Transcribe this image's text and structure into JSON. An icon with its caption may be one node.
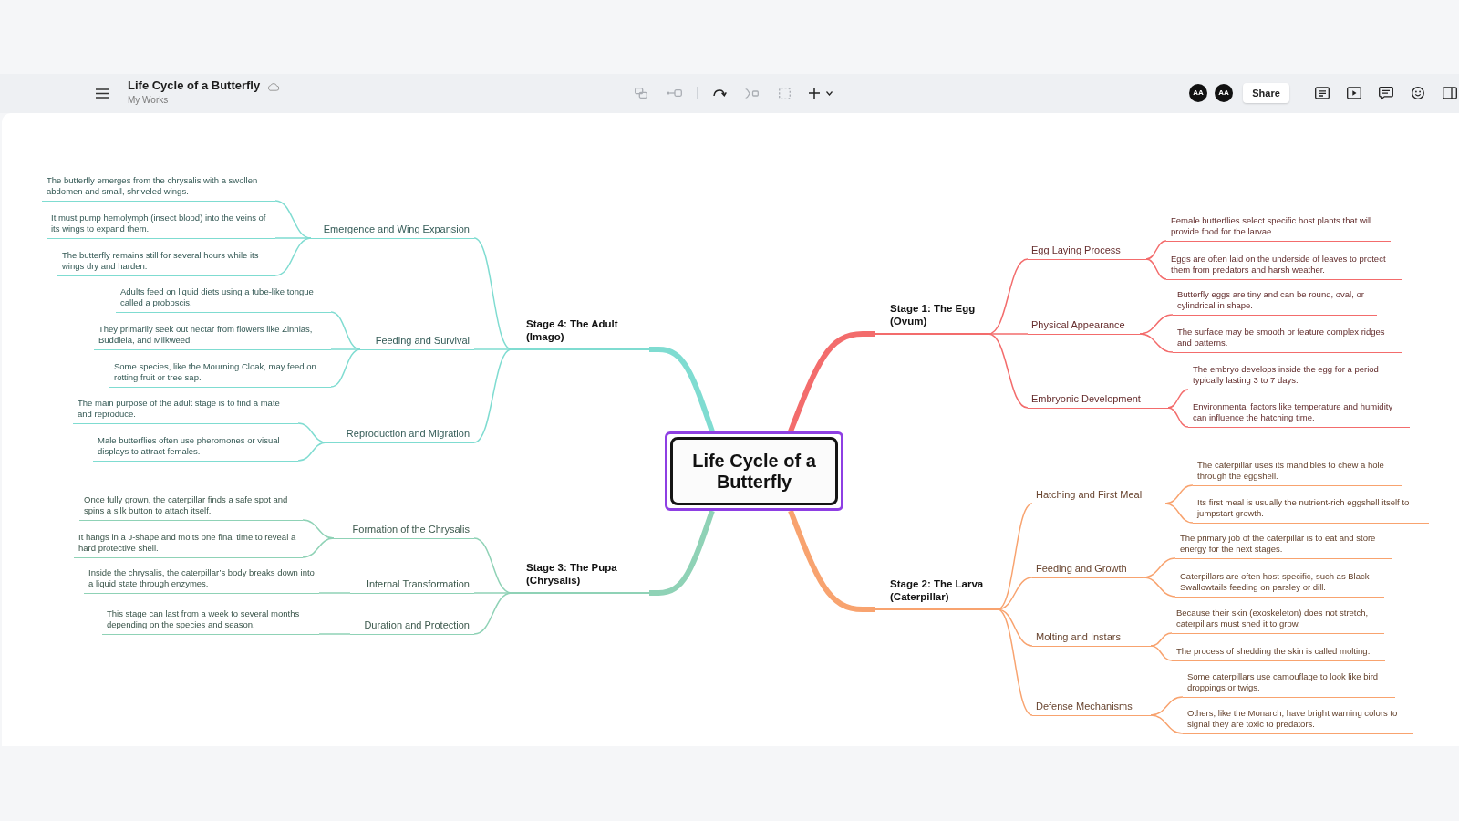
{
  "diagram": {
    "title": "Life Cycle of a Butterfly",
    "nodes": [
      {
        "text": [
          "Life Cycle of a Butterfly"
        ]
      },
      {
        "text": [
          "Stage 1: The Egg (Ovum)"
        ]
      },
      {
        "text": [
          "Egg Laying Process"
        ]
      },
      {
        "text": [
          "Female butterflies select specific host plants that will provide food for the larvae."
        ]
      },
      {
        "text": [
          "Eggs are often laid on the underside of leaves to protect them from predators and harsh weather."
        ]
      },
      {
        "text": [
          "Physical Appearance"
        ]
      },
      {
        "text": [
          "Butterfly eggs are tiny and can be round, oval, or cylindrical in shape."
        ]
      },
      {
        "text": [
          "The surface may be smooth or feature complex ridges and patterns."
        ]
      },
      {
        "text": [
          "Embryonic Development"
        ]
      },
      {
        "text": [
          "The embryo develops inside the egg for a period typically lasting 3 to 7 days."
        ]
      },
      {
        "text": [
          "Environmental factors like temperature and humidity can influence the hatching time."
        ]
      },
      {
        "text": [
          "Stage 2: The Larva (Caterpillar)"
        ]
      },
      {
        "text": [
          "Hatching and First Meal"
        ]
      },
      {
        "text": [
          "The caterpillar uses its mandibles to chew a hole through the eggshell."
        ]
      },
      {
        "text": [
          "Its first meal is usually the nutrient-rich eggshell itself to jumpstart growth."
        ]
      },
      {
        "text": [
          "Feeding and Growth"
        ]
      },
      {
        "text": [
          "The primary job of the caterpillar is to eat and store energy for the next stages."
        ]
      },
      {
        "text": [
          "Caterpillars are often host-specific, such as Black Swallowtails feeding on parsley or dill."
        ]
      },
      {
        "text": [
          "Molting and Instars"
        ]
      },
      {
        "text": [
          "Because their skin (exoskeleton) does not stretch, caterpillars must shed it to grow."
        ]
      },
      {
        "text": [
          "The process of shedding the skin is called molting."
        ]
      },
      {
        "text": [
          "Defense Mechanisms"
        ]
      },
      {
        "text": [
          "Some caterpillars use camouflage to look like bird droppings or twigs."
        ]
      },
      {
        "text": [
          "Others, like the Monarch, have bright warning colors to signal they are toxic to predators."
        ]
      },
      {
        "text": [
          "Stage 3: The Pupa (Chrysalis)"
        ]
      },
      {
        "text": [
          "Formation of the Chrysalis"
        ]
      },
      {
        "text": [
          "Once fully grown, the caterpillar finds a safe spot and spins a silk button to attach itself."
        ]
      },
      {
        "text": [
          "It hangs in a J-shape and molts one final time to reveal a hard protective shell."
        ]
      },
      {
        "text": [
          "Internal Transformation"
        ]
      },
      {
        "text": [
          "Inside the chrysalis, the caterpillar’s body breaks down into a liquid state through enzymes."
        ]
      },
      {
        "text": [
          "Duration and Protection"
        ]
      },
      {
        "text": [
          "This stage can last from a week to several months depending on the species and season."
        ]
      },
      {
        "text": [
          "Stage 4: The Adult (Imago)"
        ]
      },
      {
        "text": [
          "Emergence and Wing Expansion"
        ]
      },
      {
        "text": [
          "The butterfly emerges from the chrysalis with a swollen abdomen and small, shriveled wings."
        ]
      },
      {
        "text": [
          "It must pump hemolymph (insect blood) into the veins of its wings to expand them."
        ]
      },
      {
        "text": [
          "The butterfly remains still for several hours while its wings dry and harden."
        ]
      },
      {
        "text": [
          "Feeding and Survival"
        ]
      },
      {
        "text": [
          "Adults feed on liquid diets using a tube-like tongue called a proboscis."
        ]
      },
      {
        "text": [
          "They primarily seek out nectar from flowers like Zinnias, Buddleia, and Milkweed."
        ]
      },
      {
        "text": [
          "Some species, like the Mourning Cloak, may feed on rotting fruit or tree sap."
        ]
      },
      {
        "text": [
          "Reproduction and Migration"
        ]
      },
      {
        "text": [
          "The main purpose of the adult stage is to find a mate and reproduce."
        ]
      },
      {
        "text": [
          "Male butterflies often use pheromones or visual displays to attract females."
        ]
      }
    ],
    "edges": [
      {
        "from": 0,
        "to": 1,
        "arrow": "none",
        "style": "thick",
        "color": "#f36c6c"
      },
      {
        "from": 1,
        "to": 2,
        "arrow": "none",
        "color": "#f36c6c"
      },
      {
        "from": 2,
        "to": 3,
        "arrow": "none",
        "color": "#f36c6c"
      },
      {
        "from": 2,
        "to": 4,
        "arrow": "none",
        "color": "#f36c6c"
      },
      {
        "from": 1,
        "to": 5,
        "arrow": "none",
        "color": "#f36c6c"
      },
      {
        "from": 5,
        "to": 6,
        "arrow": "none",
        "color": "#f36c6c"
      },
      {
        "from": 5,
        "to": 7,
        "arrow": "none",
        "color": "#f36c6c"
      },
      {
        "from": 1,
        "to": 8,
        "arrow": "none",
        "color": "#f36c6c"
      },
      {
        "from": 8,
        "to": 9,
        "arrow": "none",
        "color": "#f36c6c"
      },
      {
        "from": 8,
        "to": 10,
        "arrow": "none",
        "color": "#f36c6c"
      },
      {
        "from": 0,
        "to": 11,
        "arrow": "none",
        "style": "thick",
        "color": "#f8a36f"
      },
      {
        "from": 11,
        "to": 12,
        "arrow": "none",
        "color": "#f8a36f"
      },
      {
        "from": 12,
        "to": 13,
        "arrow": "none",
        "color": "#f8a36f"
      },
      {
        "from": 12,
        "to": 14,
        "arrow": "none",
        "color": "#f8a36f"
      },
      {
        "from": 11,
        "to": 15,
        "arrow": "none",
        "color": "#f8a36f"
      },
      {
        "from": 15,
        "to": 16,
        "arrow": "none",
        "color": "#f8a36f"
      },
      {
        "from": 15,
        "to": 17,
        "arrow": "none",
        "color": "#f8a36f"
      },
      {
        "from": 11,
        "to": 18,
        "arrow": "none",
        "color": "#f8a36f"
      },
      {
        "from": 18,
        "to": 19,
        "arrow": "none",
        "color": "#f8a36f"
      },
      {
        "from": 18,
        "to": 20,
        "arrow": "none",
        "color": "#f8a36f"
      },
      {
        "from": 11,
        "to": 21,
        "arrow": "none",
        "color": "#f8a36f"
      },
      {
        "from": 21,
        "to": 22,
        "arrow": "none",
        "color": "#f8a36f"
      },
      {
        "from": 21,
        "to": 23,
        "arrow": "none",
        "color": "#f8a36f"
      },
      {
        "from": 0,
        "to": 24,
        "arrow": "none",
        "style": "thick",
        "color": "#8fd2b6"
      },
      {
        "from": 24,
        "to": 25,
        "arrow": "none",
        "color": "#8fd2b6"
      },
      {
        "from": 25,
        "to": 26,
        "arrow": "none",
        "color": "#8fd2b6"
      },
      {
        "from": 25,
        "to": 27,
        "arrow": "none",
        "color": "#8fd2b6"
      },
      {
        "from": 24,
        "to": 28,
        "arrow": "none",
        "color": "#8fd2b6"
      },
      {
        "from": 28,
        "to": 29,
        "arrow": "none",
        "color": "#8fd2b6"
      },
      {
        "from": 24,
        "to": 30,
        "arrow": "none",
        "color": "#8fd2b6"
      },
      {
        "from": 30,
        "to": 31,
        "arrow": "none",
        "color": "#8fd2b6"
      },
      {
        "from": 0,
        "to": 32,
        "arrow": "none",
        "style": "thick",
        "color": "#7fdcd1"
      },
      {
        "from": 32,
        "to": 33,
        "arrow": "none",
        "color": "#7fdcd1"
      },
      {
        "from": 33,
        "to": 34,
        "arrow": "none",
        "color": "#7fdcd1"
      },
      {
        "from": 33,
        "to": 35,
        "arrow": "none",
        "color": "#7fdcd1"
      },
      {
        "from": 33,
        "to": 36,
        "arrow": "none",
        "color": "#7fdcd1"
      },
      {
        "from": 32,
        "to": 37,
        "arrow": "none",
        "color": "#7fdcd1"
      },
      {
        "from": 37,
        "to": 38,
        "arrow": "none",
        "color": "#7fdcd1"
      },
      {
        "from": 37,
        "to": 39,
        "arrow": "none",
        "color": "#7fdcd1"
      },
      {
        "from": 37,
        "to": 40,
        "arrow": "none",
        "color": "#7fdcd1"
      },
      {
        "from": 32,
        "to": 41,
        "arrow": "none",
        "color": "#7fdcd1"
      },
      {
        "from": 41,
        "to": 42,
        "arrow": "none",
        "color": "#7fdcd1"
      },
      {
        "from": 41,
        "to": 43,
        "arrow": "none",
        "color": "#7fdcd1"
      }
    ],
    "labels": [
      "My Works",
      "AA",
      "AA",
      "Share"
    ]
  }
}
